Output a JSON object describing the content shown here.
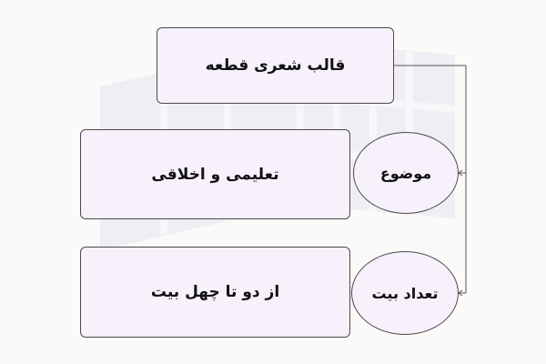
{
  "diagram": {
    "title_box": {
      "label": "قالب شعری قطعه"
    },
    "topic": {
      "key": "موضوع",
      "value": "تعلیمی و اخلاقی"
    },
    "count": {
      "key": "تعداد بیت",
      "value": "از دو تا چهل بیت"
    }
  },
  "colors": {
    "background": "#fcfaf9",
    "box_fill": "#f6f1fb",
    "border": "#4a4a4a",
    "watermark": "#eeeef3"
  },
  "icons": {
    "watermark": "book-logo-icon"
  }
}
